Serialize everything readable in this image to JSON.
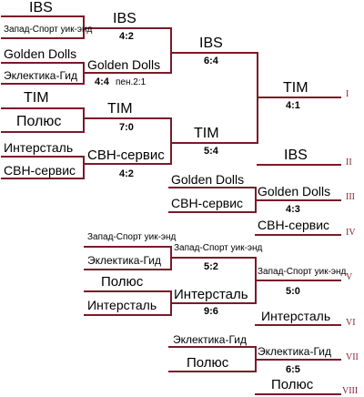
{
  "colors": {
    "bracket_line": "#7a1a28",
    "place_label": "#8b2030",
    "text": "#000000",
    "background": "#ffffff"
  },
  "round1": {
    "m1": {
      "team_a": "IBS",
      "team_b": "Запад-Спорт уик-энд",
      "winner": "IBS",
      "score": "4:2"
    },
    "m2": {
      "team_a": "Golden Dolls",
      "team_b": "Эклектика-Гид",
      "winner": "Golden Dolls",
      "score": "4:4",
      "note": "пен.2:1"
    },
    "m3": {
      "team_a": "TIM",
      "team_b": "Полюс",
      "winner": "TIM",
      "score": "7:0"
    },
    "m4": {
      "team_a": "Интерсталь",
      "team_b": "СВН-сервис",
      "winner": "СВН-сервис",
      "score": "4:2"
    }
  },
  "semifinals": {
    "s1": {
      "winner": "IBS",
      "score": "6:4"
    },
    "s2": {
      "winner": "TIM",
      "score": "5:4"
    }
  },
  "final": {
    "winner": "TIM",
    "score": "4:1",
    "place": "I"
  },
  "second_place": {
    "team": "IBS",
    "place": "II"
  },
  "third_place_match": {
    "team_a": "Golden Dolls",
    "team_b": "СВН-сервис",
    "winner": "Golden Dolls",
    "score": "4:3",
    "winner_place": "III",
    "loser": "СВН-сервис",
    "loser_place": "IV"
  },
  "consolation": {
    "c1": {
      "team_a": "Запад-Спорт уик-энд",
      "team_b": "Эклектика-Гид",
      "winner": "Запад-Спорт уик-энд",
      "score": "5:2"
    },
    "c2": {
      "team_a": "Полюс",
      "team_b": "Интерсталь",
      "winner": "Интерсталь",
      "score": "9:6"
    },
    "fifth": {
      "winner": "Запад-Спорт уик-энд",
      "score": "5:0",
      "winner_place": "V",
      "loser": "Интерсталь",
      "loser_place": "VI"
    },
    "seventh": {
      "team_a": "Эклектика-Гид",
      "team_b": "Полюс",
      "winner": "Эклектика-Гид",
      "score": "6:5",
      "winner_place": "VII",
      "loser": "Полюс",
      "loser_place": "VIII"
    }
  }
}
